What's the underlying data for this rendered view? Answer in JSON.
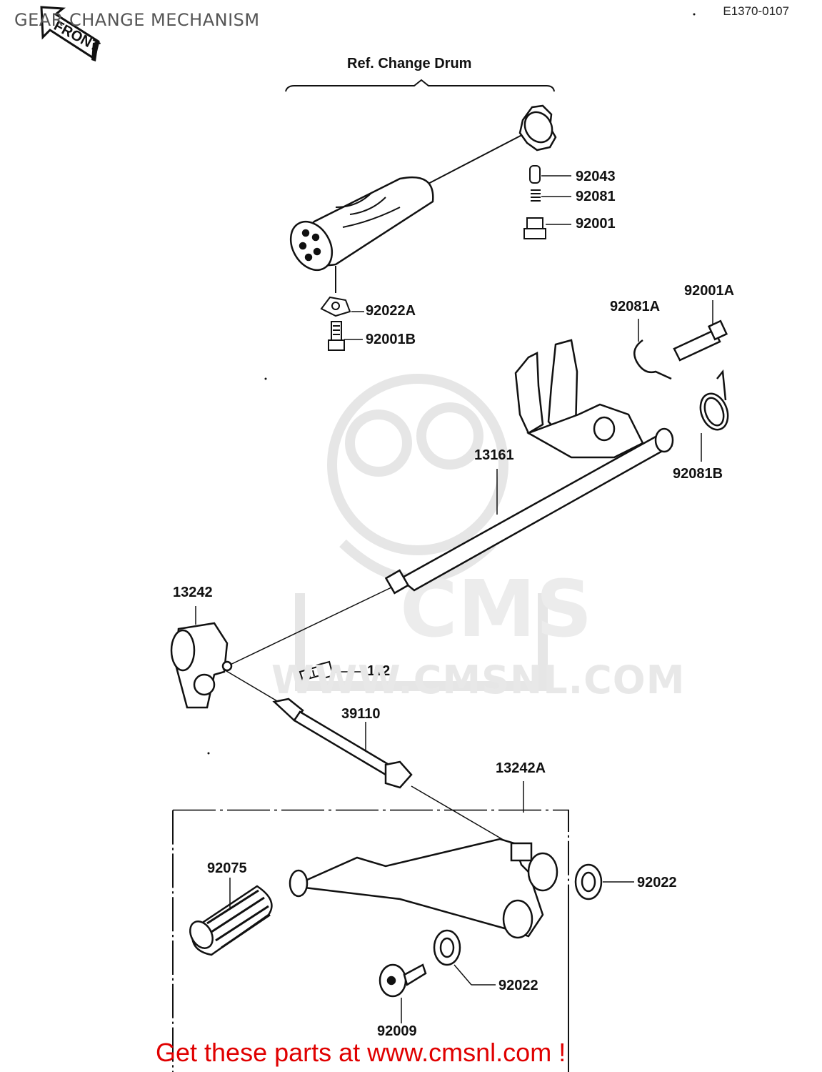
{
  "header": {
    "title": "GEAR CHANGE MECHANISM",
    "diagram_code": "E1370-0107",
    "front_badge": "FRONT"
  },
  "group_label": "Ref.  Change Drum",
  "parts": {
    "p92043": "92043",
    "p92081": "92081",
    "p92001": "92001",
    "p92022A": "92022A",
    "p92001B": "92001B",
    "p92081A": "92081A",
    "p92001A": "92001A",
    "p13161": "13161",
    "p92081B": "92081B",
    "p13242": "13242",
    "p112": "112",
    "p39110": "39110",
    "p13242A": "13242A",
    "p92075": "92075",
    "p92022_right": "92022",
    "p92022_lower": "92022",
    "p92009": "92009"
  },
  "watermark": {
    "brand": "CMS",
    "url": "WWW.CMSNL.COM"
  },
  "footer": {
    "text": "Get these parts at www.cmsnl.com !",
    "color": "#e00000"
  },
  "icons": [
    "front-arrow-icon",
    "mascot-watermark-icon"
  ]
}
